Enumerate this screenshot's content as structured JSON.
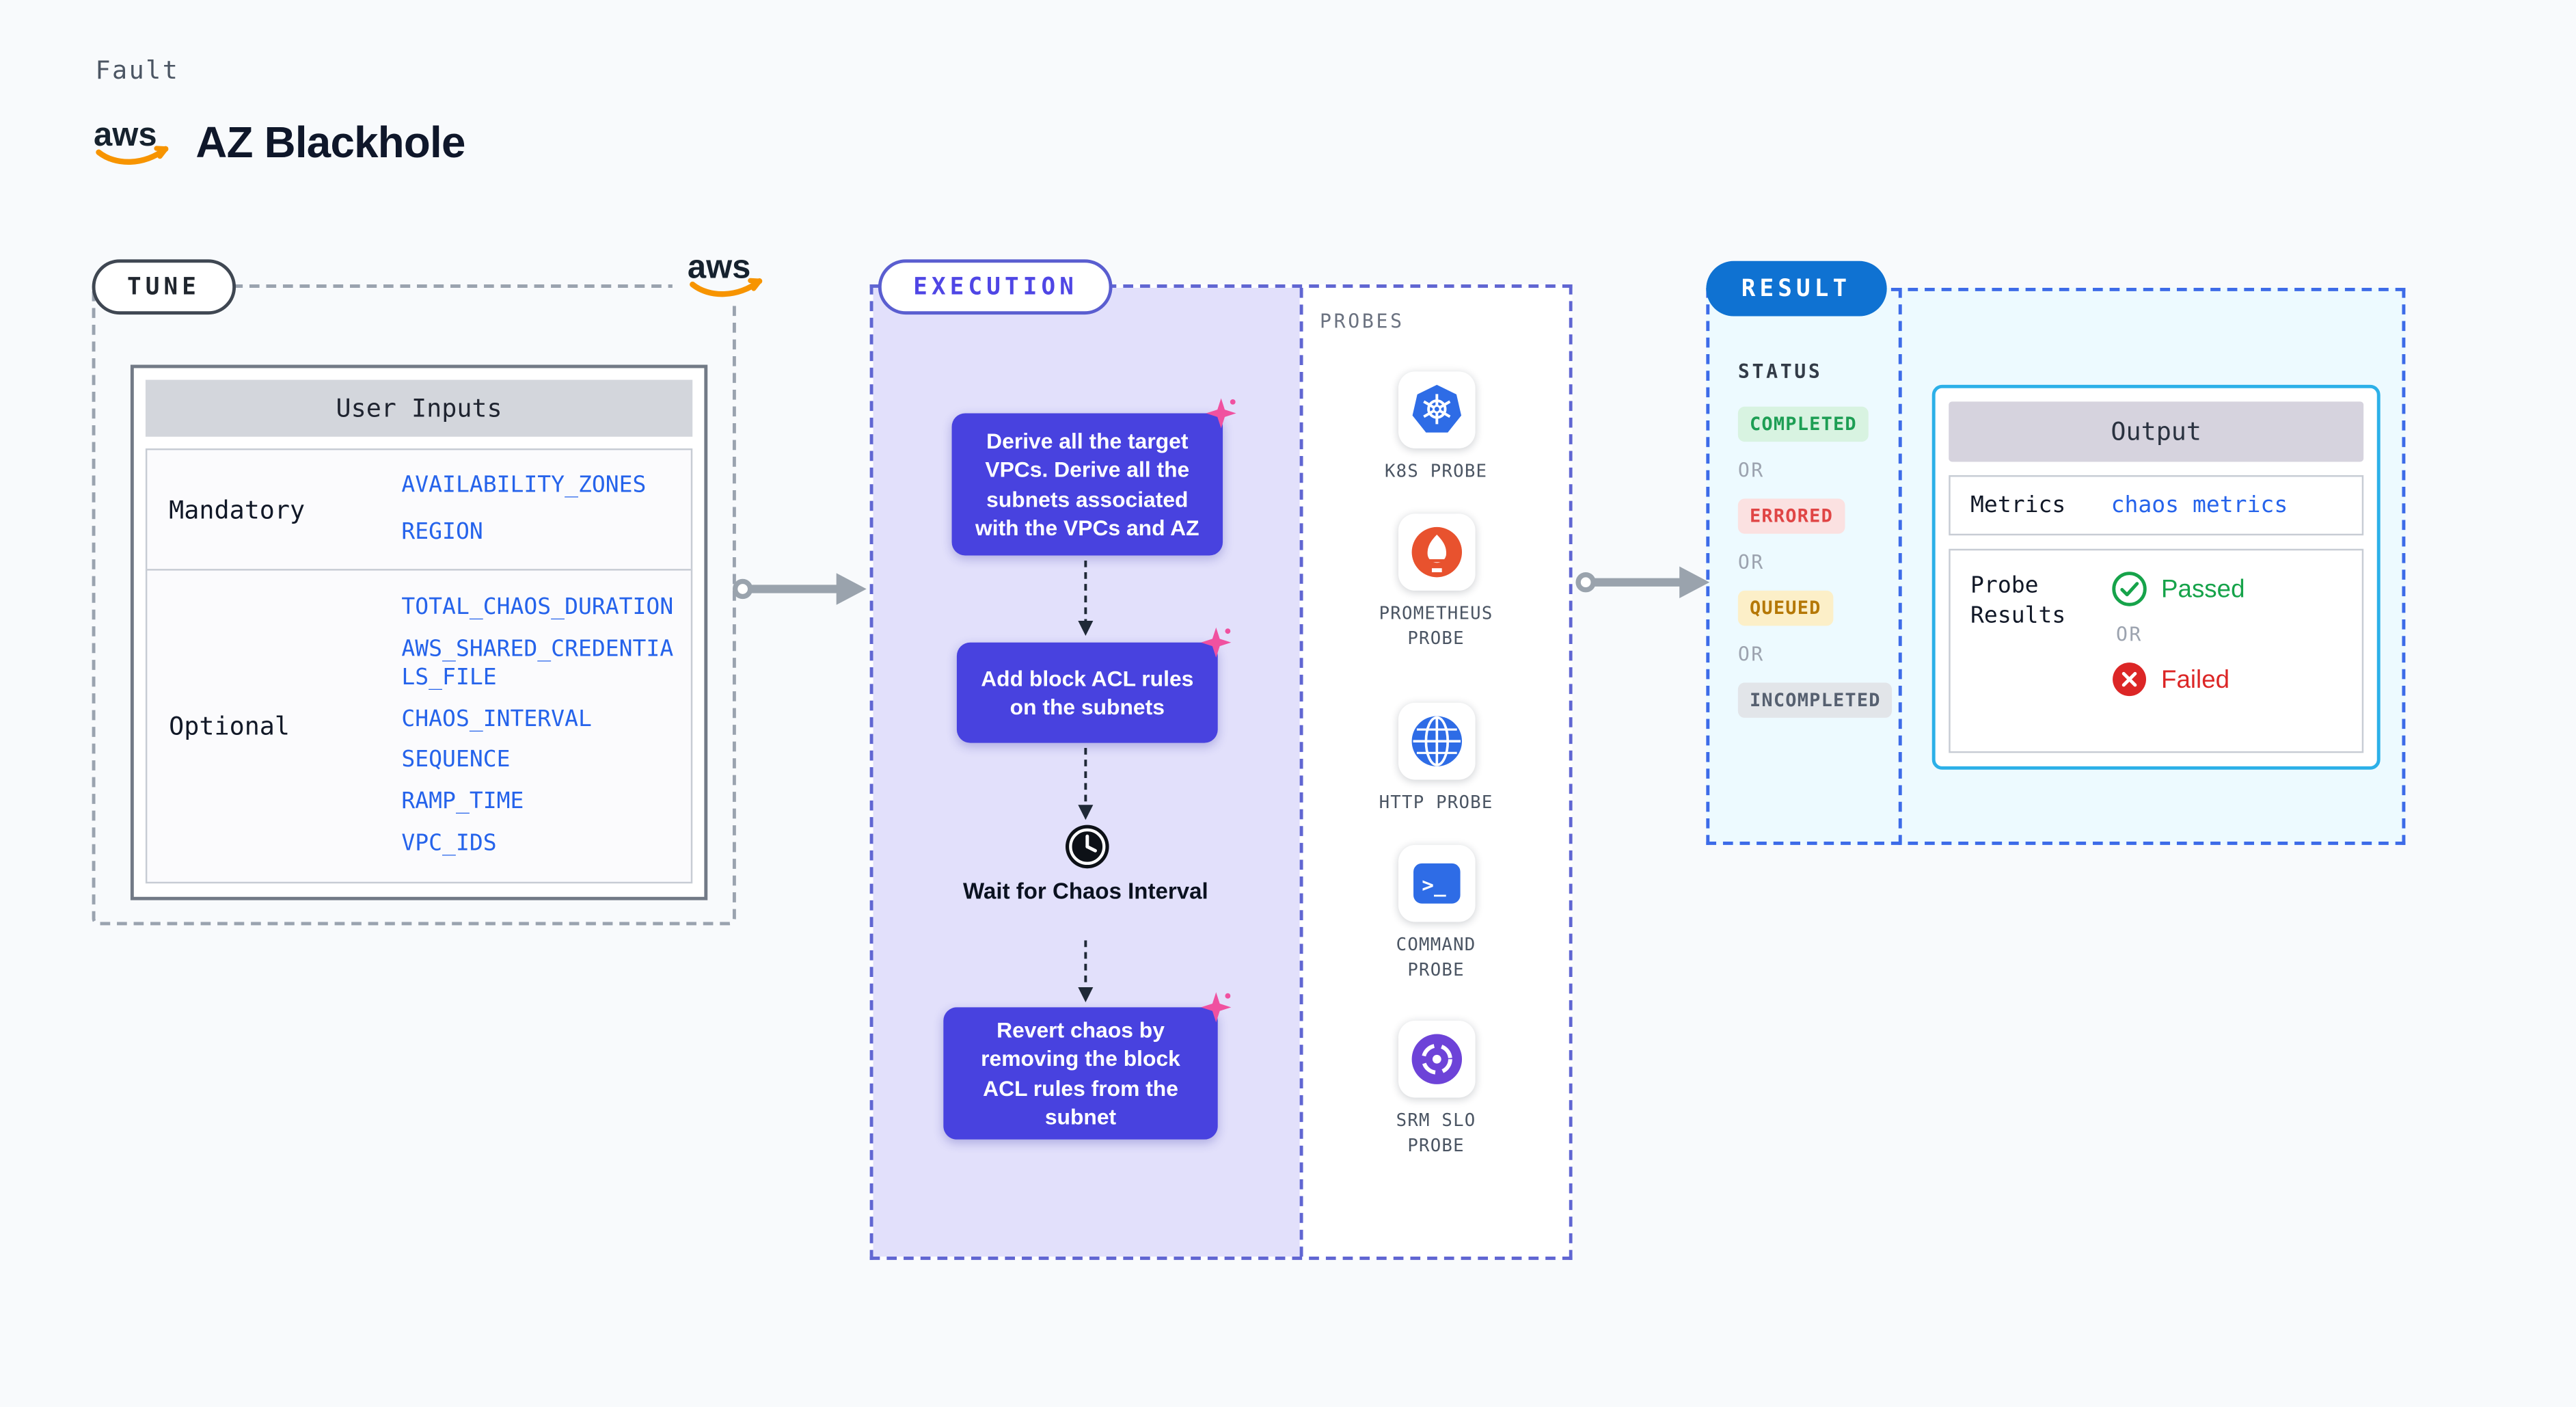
{
  "page": {
    "kicker": "Fault",
    "title": "AZ Blackhole"
  },
  "aws": {
    "text": "aws"
  },
  "tune": {
    "label": "TUNE",
    "table": {
      "header": "User Inputs",
      "rows": [
        {
          "label": "Mandatory",
          "values": [
            "AVAILABILITY_ZONES",
            "REGION"
          ]
        },
        {
          "label": "Optional",
          "values": [
            "TOTAL_CHAOS_DURATION",
            "AWS_SHARED_CREDENTIALS_FILE",
            "CHAOS_INTERVAL",
            "SEQUENCE",
            "RAMP_TIME",
            "VPC_IDS"
          ]
        }
      ]
    }
  },
  "execution": {
    "label": "EXECUTION",
    "steps": [
      {
        "text": "Derive all the target VPCs. Derive all the subnets associated with the VPCs and AZ",
        "type": "action"
      },
      {
        "text": "Add block ACL rules on the subnets",
        "type": "action"
      },
      {
        "text": "Wait for Chaos Interval",
        "type": "wait"
      },
      {
        "text": "Revert chaos by removing the block ACL rules from the subnet",
        "type": "action"
      }
    ]
  },
  "probes": {
    "label": "PROBES",
    "items": [
      {
        "name": "K8S PROBE",
        "icon": "kubernetes-icon"
      },
      {
        "name": "PROMETHEUS PROBE",
        "icon": "prometheus-icon"
      },
      {
        "name": "HTTP PROBE",
        "icon": "globe-icon"
      },
      {
        "name": "COMMAND PROBE",
        "icon": "terminal-icon"
      },
      {
        "name": "SRM SLO PROBE",
        "icon": "srm-slo-icon"
      }
    ],
    "terminal_glyph": ">_"
  },
  "result": {
    "label": "RESULT",
    "status_heading": "STATUS",
    "or_label": "OR",
    "statuses": [
      {
        "label": "COMPLETED",
        "type": "success"
      },
      {
        "label": "ERRORED",
        "type": "error"
      },
      {
        "label": "QUEUED",
        "type": "warning"
      },
      {
        "label": "INCOMPLETED",
        "type": "neutral"
      }
    ],
    "output": {
      "header": "Output",
      "metrics_label": "Metrics",
      "metrics_value": "chaos metrics",
      "probe_results_label": "Probe Results",
      "passed": "Passed",
      "failed": "Failed"
    }
  },
  "colors": {
    "background": "#f8fafc",
    "step_purple": "#4842df",
    "execution_bg": "#e2e0fb",
    "execution_border": "#6066d2",
    "tune_border": "#9aa3af",
    "result_border": "#3d6be8",
    "result_bg": "#edfaff",
    "result_pill": "#0f72d2",
    "output_border": "#2cb0e8",
    "code_blue": "#2563eb",
    "passed_green": "#16a34a",
    "failed_red": "#dc2626",
    "aws_orange": "#f79400",
    "sparkle_pink": "#f051a0",
    "completed_badge": "#d8f3e1",
    "errored_badge": "#fbe1e1",
    "queued_badge": "#fcefc8",
    "incompleted_badge": "#e2e5e9",
    "arrow_gray": "#9aa3ad"
  }
}
